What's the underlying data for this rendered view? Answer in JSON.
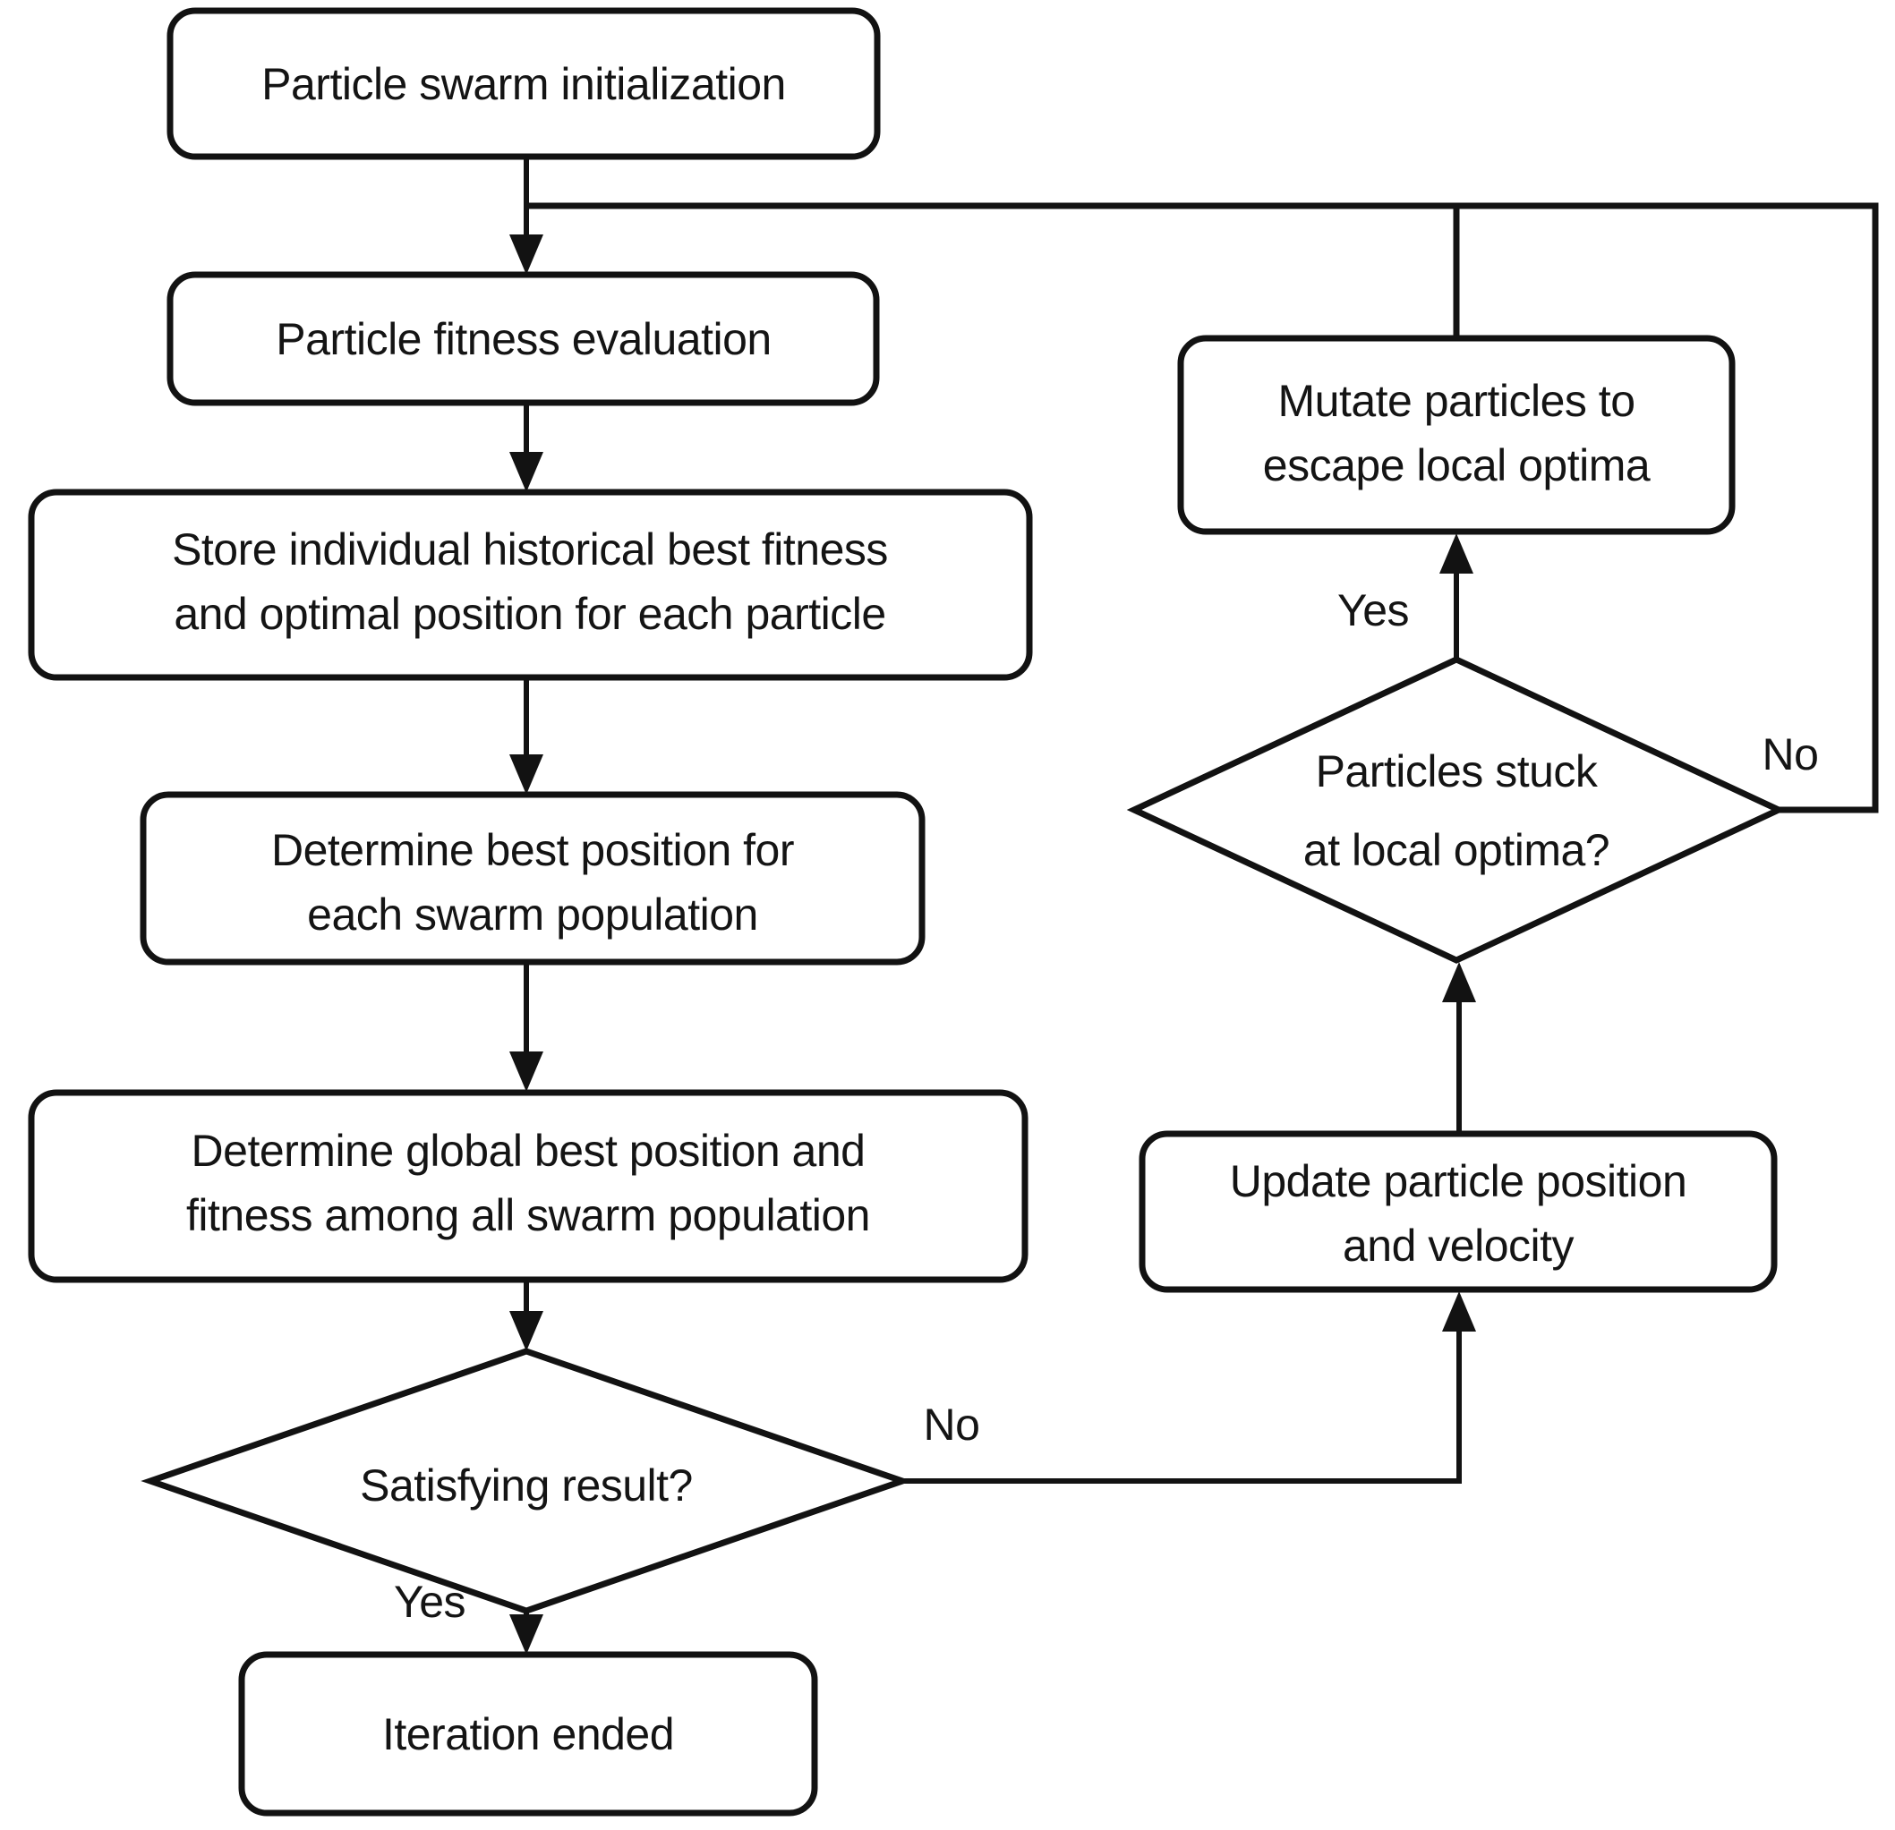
{
  "colors": {
    "line": "#121212",
    "node_fill": "#ffffff",
    "background": "#ffffff",
    "text": "#141414"
  },
  "flowchart": {
    "nodes": {
      "init": {
        "type": "process",
        "label": "Particle swarm initialization"
      },
      "fitness": {
        "type": "process",
        "label": "Particle fitness evaluation"
      },
      "store": {
        "type": "process",
        "label_line1": "Store individual historical best fitness",
        "label_line2": "and optimal position for each particle"
      },
      "best_position": {
        "type": "process",
        "label_line1": "Determine best position for",
        "label_line2": "each swarm population"
      },
      "global_best": {
        "type": "process",
        "label_line1": "Determine global best position and",
        "label_line2": "fitness among all swarm population"
      },
      "satisfying": {
        "type": "decision",
        "label": "Satisfying result?"
      },
      "iteration_ended": {
        "type": "process",
        "label": "Iteration ended"
      },
      "update": {
        "type": "process",
        "label_line1": "Update particle position",
        "label_line2": "and velocity"
      },
      "stuck": {
        "type": "decision",
        "label_line1": "Particles stuck",
        "label_line2": "at local optima?"
      },
      "mutate": {
        "type": "process",
        "label_line1": "Mutate particles to",
        "label_line2": "escape local optima"
      }
    },
    "edge_labels": {
      "satisfying_yes": "Yes",
      "satisfying_no": "No",
      "stuck_yes": "Yes",
      "stuck_no": "No"
    }
  }
}
